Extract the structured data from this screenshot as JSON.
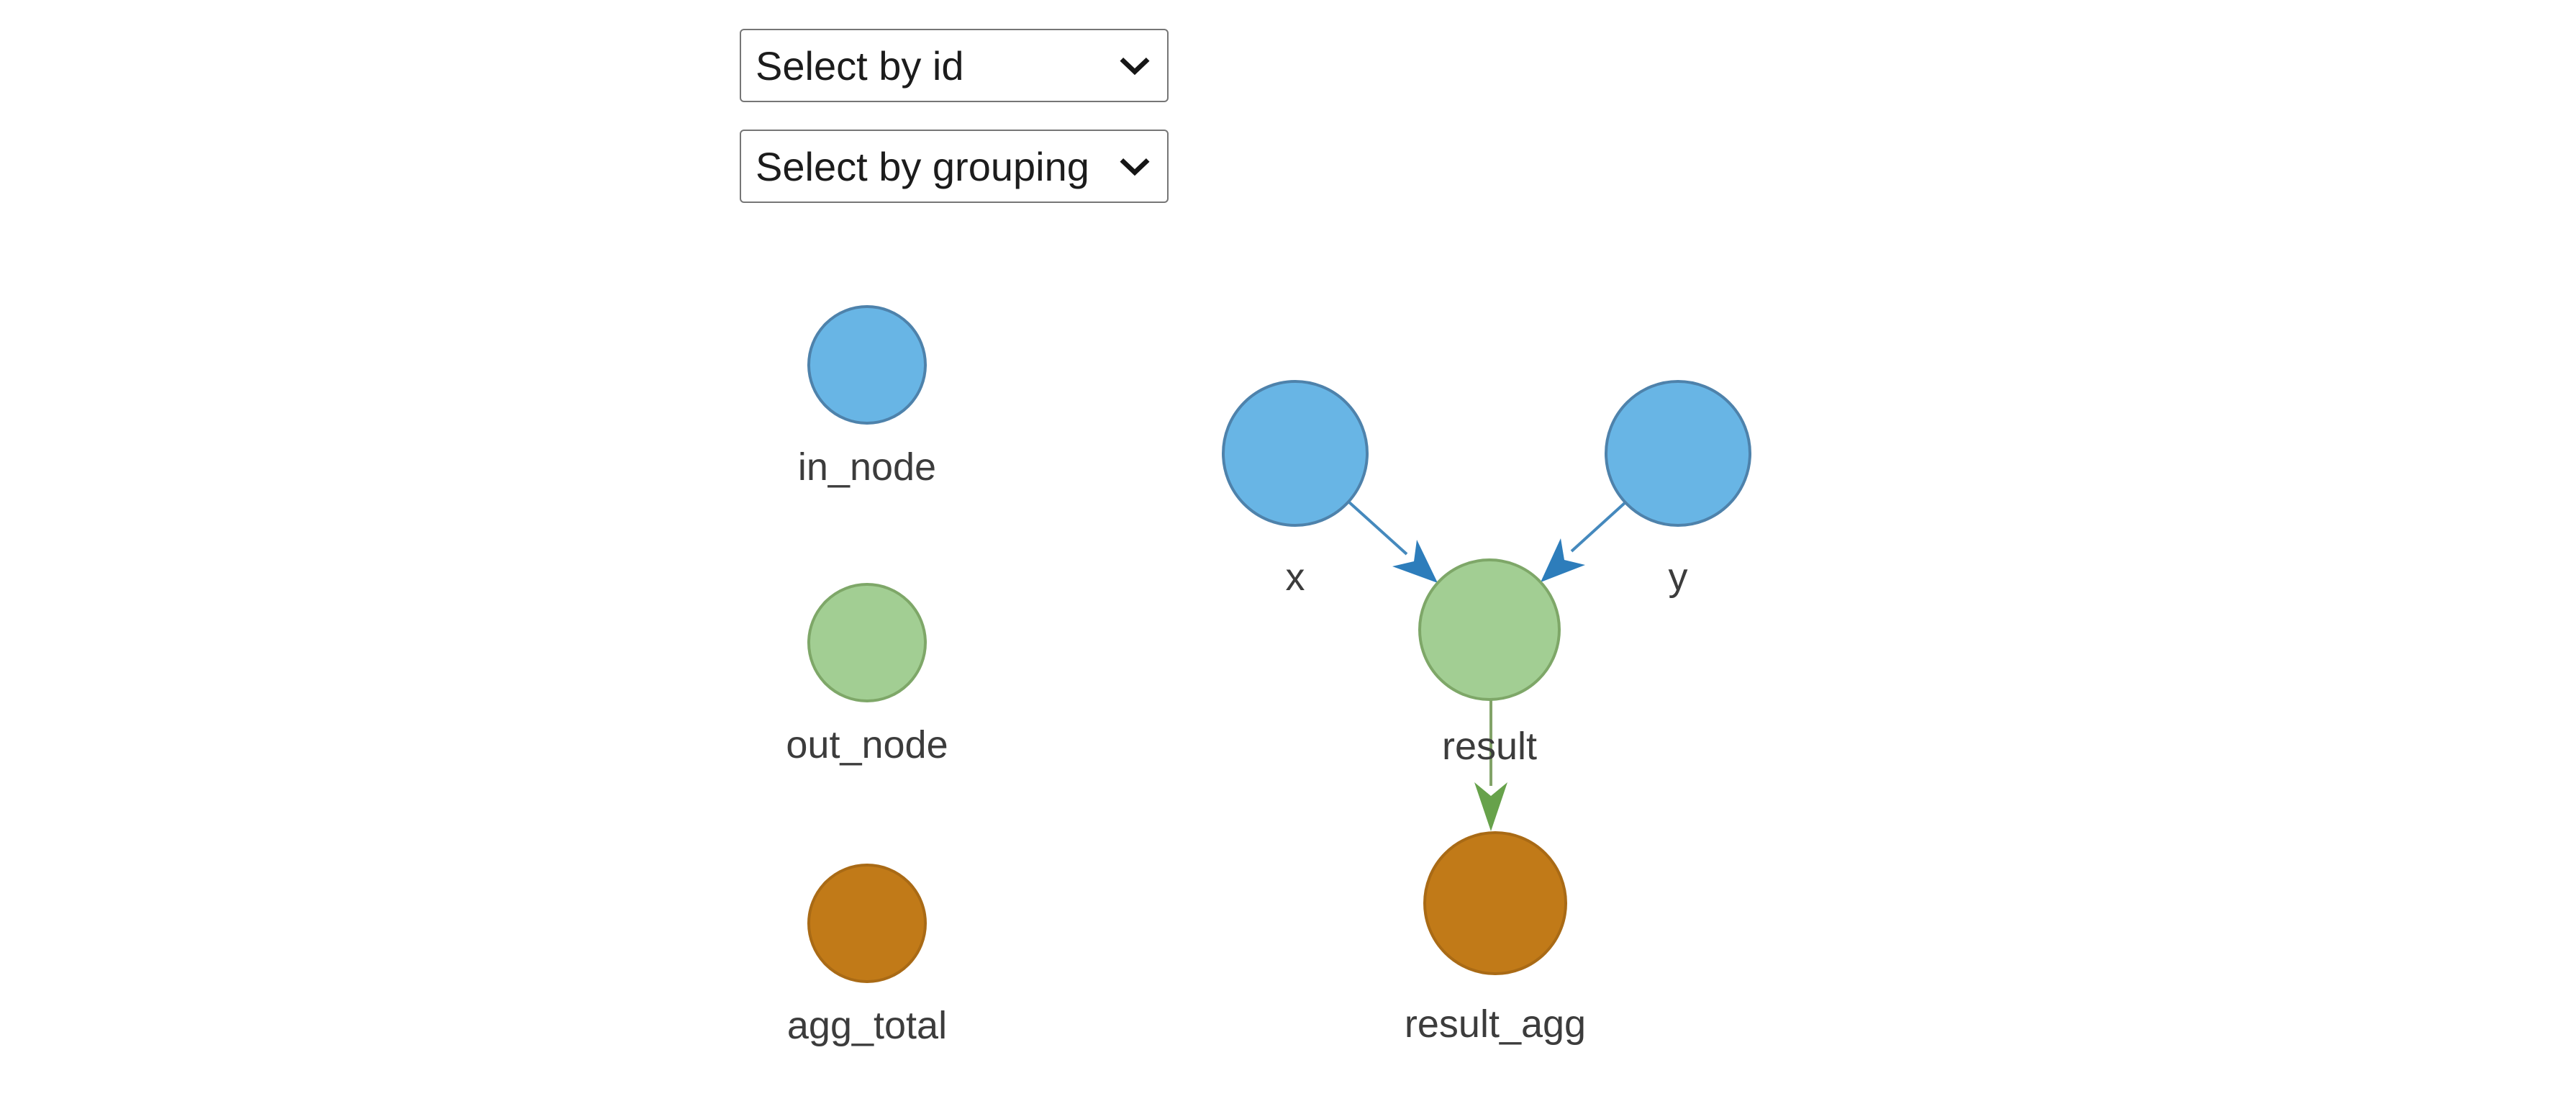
{
  "controls": {
    "select_by_id": {
      "value": "Select by id"
    },
    "select_by_grouping": {
      "value": "Select by grouping"
    }
  },
  "icons": {
    "select_chevron": "chevron-down"
  },
  "colors": {
    "page_background": "#ffffff",
    "label_text": "#3c3c3c",
    "select_border": "#767676",
    "select_text": "#1c1c1c",
    "blue_node_fill": "#68b5e5",
    "blue_node_border": "#4e82ab",
    "green_node_fill": "#a2ce93",
    "green_node_border": "#7ea768",
    "orange_node_fill": "#c17a18",
    "orange_node_border": "#a96a15",
    "blue_edge_line": "#4589bd",
    "blue_edge_arrow": "#2d7dbb",
    "green_edge_line": "#82a368",
    "green_edge_arrow": "#67a24b"
  },
  "legend": {
    "items": [
      {
        "label": "in_node",
        "fill": "#68b5e5",
        "stroke": "#4e82ab"
      },
      {
        "label": "out_node",
        "fill": "#a2ce93",
        "stroke": "#7ea768"
      },
      {
        "label": "agg_total",
        "fill": "#c17a18",
        "stroke": "#a96a15"
      }
    ]
  },
  "graph": {
    "nodes": [
      {
        "id": "x",
        "label": "x",
        "fill": "#68b5e5",
        "stroke": "#4e82ab"
      },
      {
        "id": "y",
        "label": "y",
        "fill": "#68b5e5",
        "stroke": "#4e82ab"
      },
      {
        "id": "result",
        "label": "result",
        "fill": "#a2ce93",
        "stroke": "#7ea768"
      },
      {
        "id": "result_agg",
        "label": "result_agg",
        "fill": "#c17a18",
        "stroke": "#a96a15"
      }
    ],
    "edges": [
      {
        "from": "x",
        "to": "result",
        "line": "#4589bd",
        "arrow": "#2d7dbb"
      },
      {
        "from": "y",
        "to": "result",
        "line": "#4589bd",
        "arrow": "#2d7dbb"
      },
      {
        "from": "result",
        "to": "result_agg",
        "line": "#82a368",
        "arrow": "#67a24b"
      }
    ]
  }
}
